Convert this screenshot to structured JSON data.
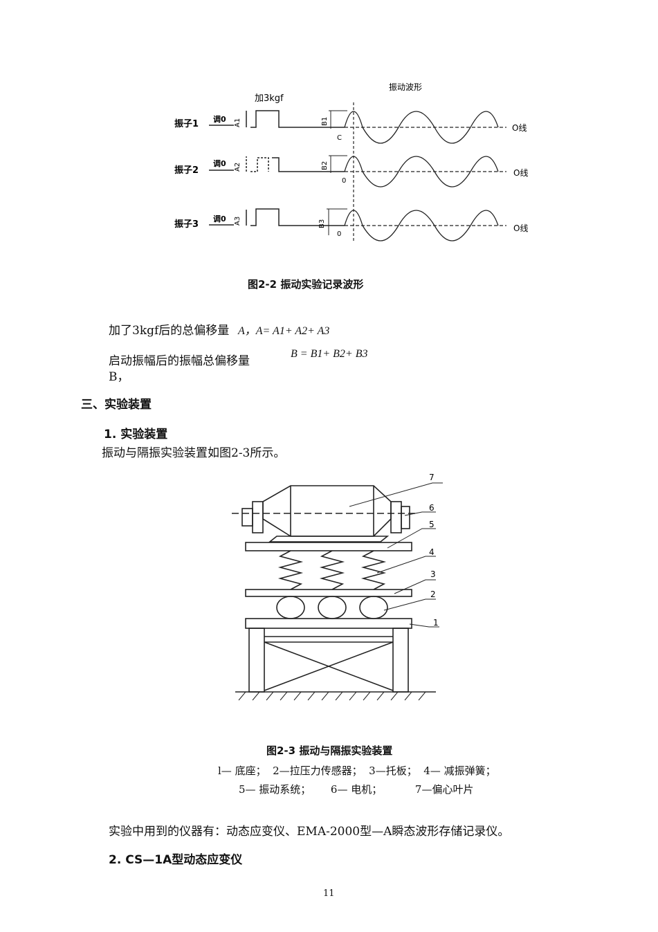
{
  "figure1": {
    "top_label_load": "加3kgf",
    "top_label_wave": "振动波形",
    "rows": [
      {
        "name": "振子1",
        "adj": "调0",
        "a": "A1",
        "b": "B1",
        "zero": "C",
        "line": "O线"
      },
      {
        "name": "振子2",
        "adj": "调0",
        "a": "A2",
        "b": "B2",
        "zero": "0",
        "line": "O线"
      },
      {
        "name": "振子3",
        "adj": "调0",
        "a": "A3",
        "b": "B3",
        "zero": "0",
        "line": "O线"
      }
    ],
    "caption": "图2-2  振动实验记录波形"
  },
  "formulas": {
    "line1_text": "加了3kgf后的总偏移量",
    "line1_math": "A，A= A1+ A2+ A3",
    "line2_text": "启动振幅后的振幅总偏移量",
    "line2_math": "B = B1+ B2+ B3",
    "line2_cont": "B，"
  },
  "section3": {
    "heading": "三、实验装置",
    "sub1": "1.  实验装置",
    "sub1_text": "振动与隔振实验装置如图2-3所示。"
  },
  "figure2": {
    "labels": [
      "7",
      "6",
      "5",
      "4",
      "3",
      "2",
      "1"
    ],
    "caption": "图2-3    振动与隔振实验装置",
    "legend_line1": "l— 底座；  2—拉压力传感器；  3—托板；  4— 减振弹簧；",
    "legend_line2": "5— 振动系统；      6— 电机；          7—偏心叶片"
  },
  "instruments_text": "实验中用到的仪器有：动态应变仪、EMA-2000型—A瞬态波形存储记录仪。",
  "sub2": "2. CS—1A型动态应变仪",
  "page_number": "11"
}
